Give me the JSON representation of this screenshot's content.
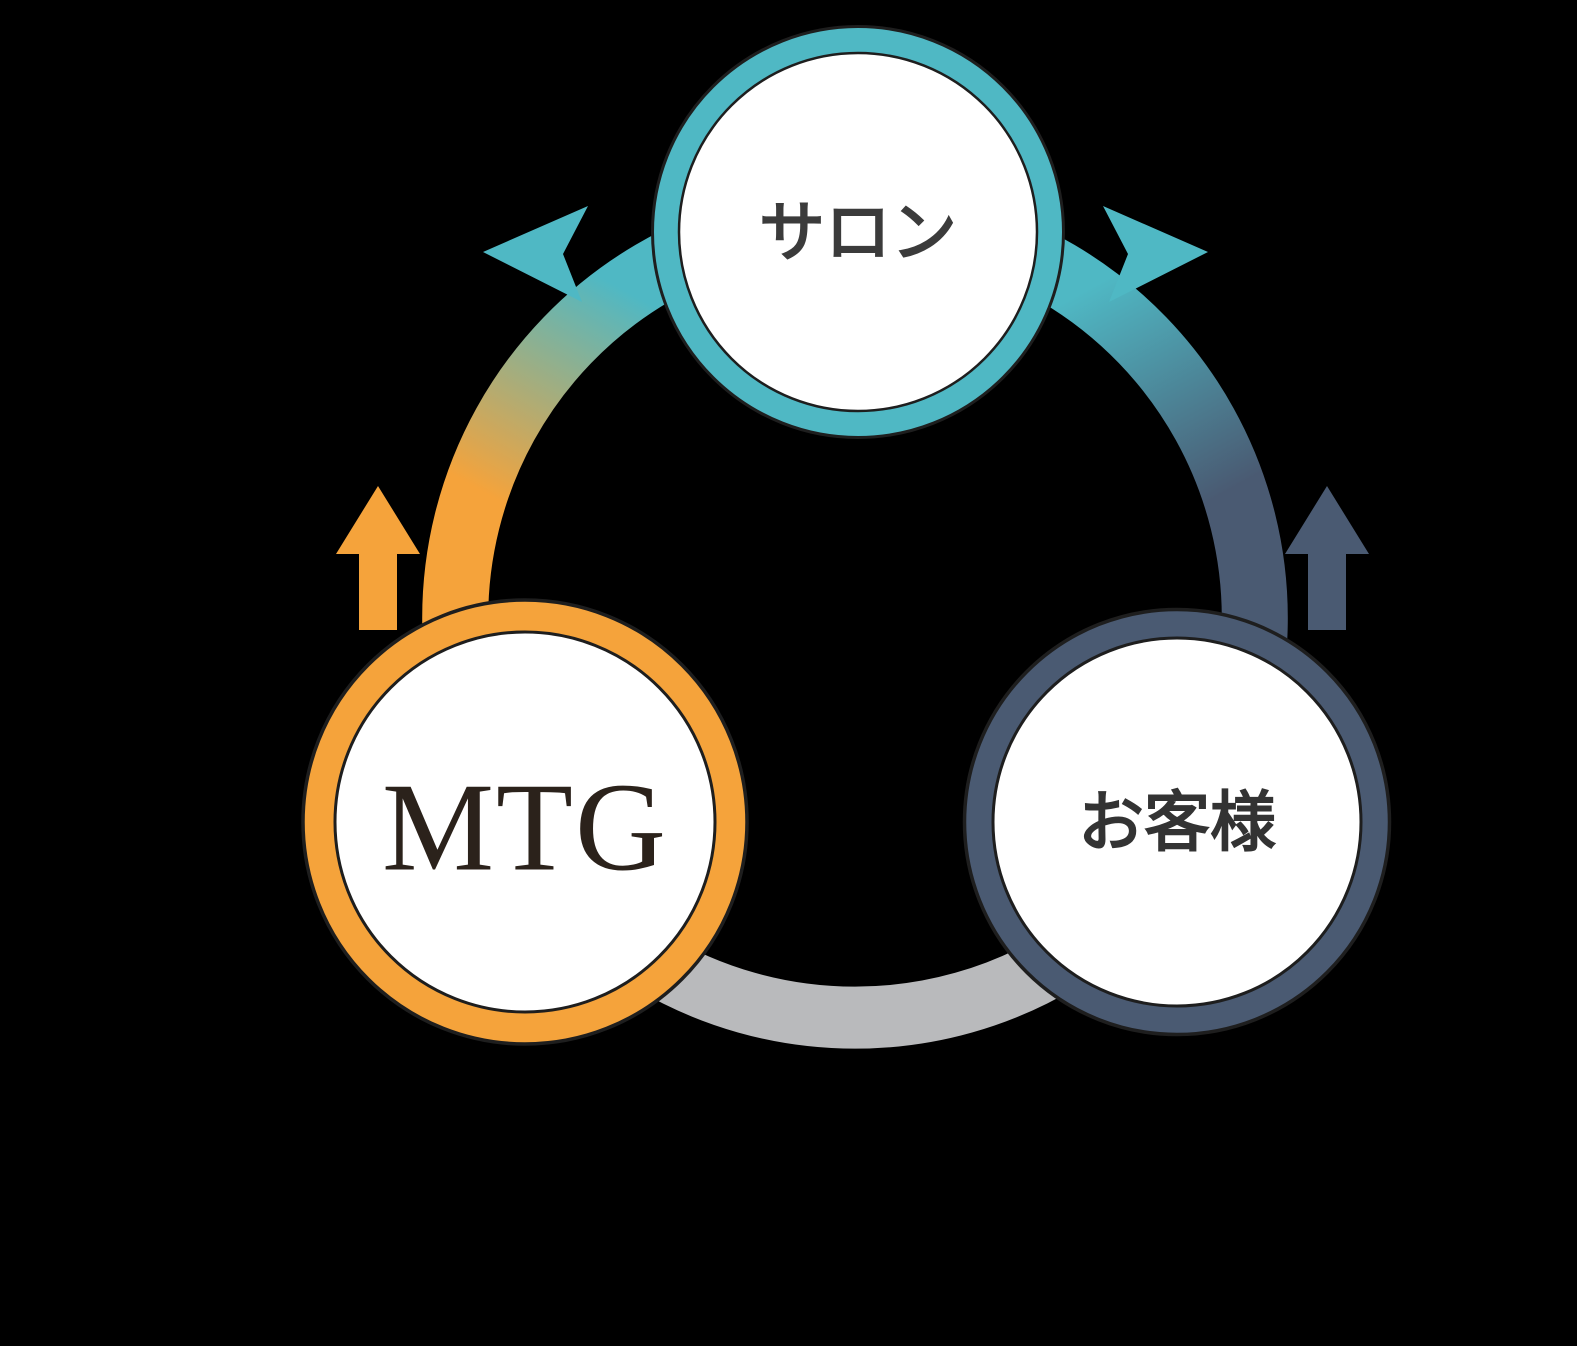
{
  "diagram": {
    "nodes": {
      "salon": {
        "label": "サロン"
      },
      "mtg": {
        "label": "MTG"
      },
      "customer": {
        "label": "お客様"
      }
    },
    "colors": {
      "background": "#000000",
      "teal": "#4FB8C4",
      "orange": "#F5A33B",
      "slate": "#4A5A72",
      "gray": "#B9BABC",
      "node_fill": "#FFFFFF",
      "outline": "#1E1E1E",
      "salon_text": "#3B3B3B",
      "mtg_text": "#2B221B",
      "customer_text": "#333333"
    }
  }
}
